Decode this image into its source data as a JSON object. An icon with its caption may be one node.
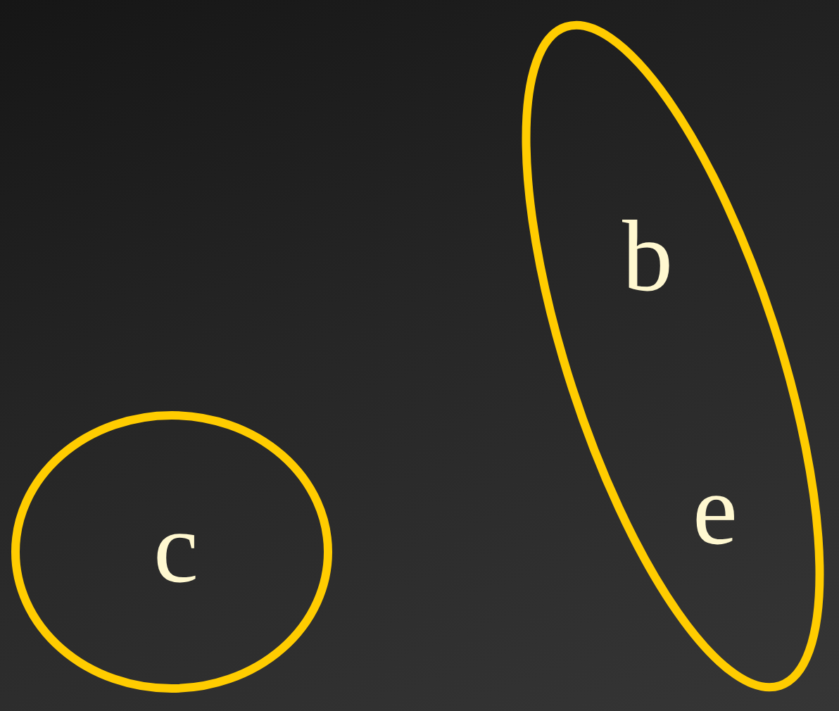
{
  "diagram": {
    "nodes": [
      {
        "text": [
          "b",
          "e"
        ]
      },
      {
        "text": [
          "c"
        ]
      }
    ]
  }
}
